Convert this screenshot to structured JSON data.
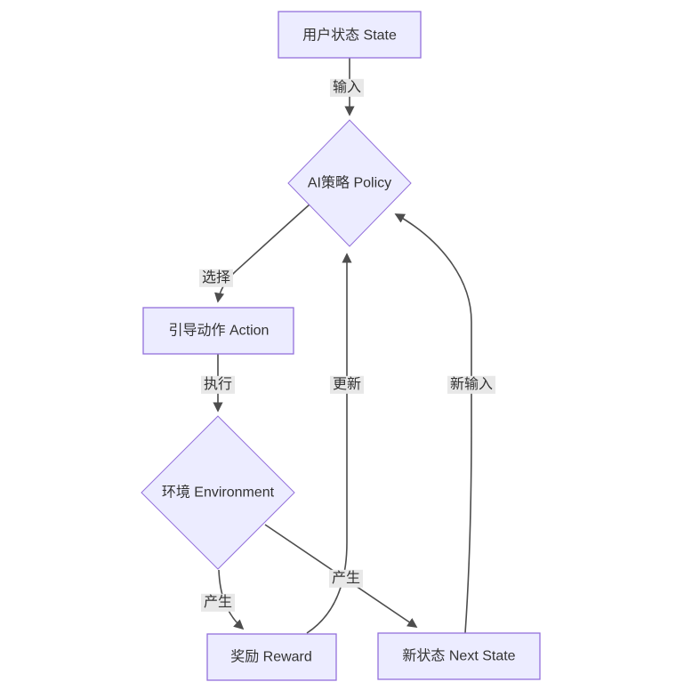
{
  "diagram": {
    "type": "flowchart",
    "direction": "top-down",
    "nodes": {
      "state": {
        "shape": "rectangle",
        "label": "用户状态 State"
      },
      "policy": {
        "shape": "diamond",
        "label": "AI策略 Policy"
      },
      "action": {
        "shape": "rectangle",
        "label": "引导动作 Action"
      },
      "environment": {
        "shape": "diamond",
        "label": "环境 Environment"
      },
      "reward": {
        "shape": "rectangle",
        "label": "奖励 Reward"
      },
      "next_state": {
        "shape": "rectangle",
        "label": "新状态 Next State"
      }
    },
    "edges": [
      {
        "from": "state",
        "to": "policy",
        "label": "输入"
      },
      {
        "from": "policy",
        "to": "action",
        "label": "选择"
      },
      {
        "from": "action",
        "to": "environment",
        "label": "执行"
      },
      {
        "from": "environment",
        "to": "reward",
        "label": "产生"
      },
      {
        "from": "environment",
        "to": "next_state",
        "label": "产生"
      },
      {
        "from": "reward",
        "to": "policy",
        "label": "更新"
      },
      {
        "from": "next_state",
        "to": "policy",
        "label": "新输入"
      }
    ],
    "colors": {
      "node_fill": "#ECECFF",
      "node_stroke": "#9370DB",
      "edge_stroke": "#4d4d4d",
      "text": "#333333",
      "label_bg": "#e8e8e8",
      "background": "#ffffff"
    }
  }
}
